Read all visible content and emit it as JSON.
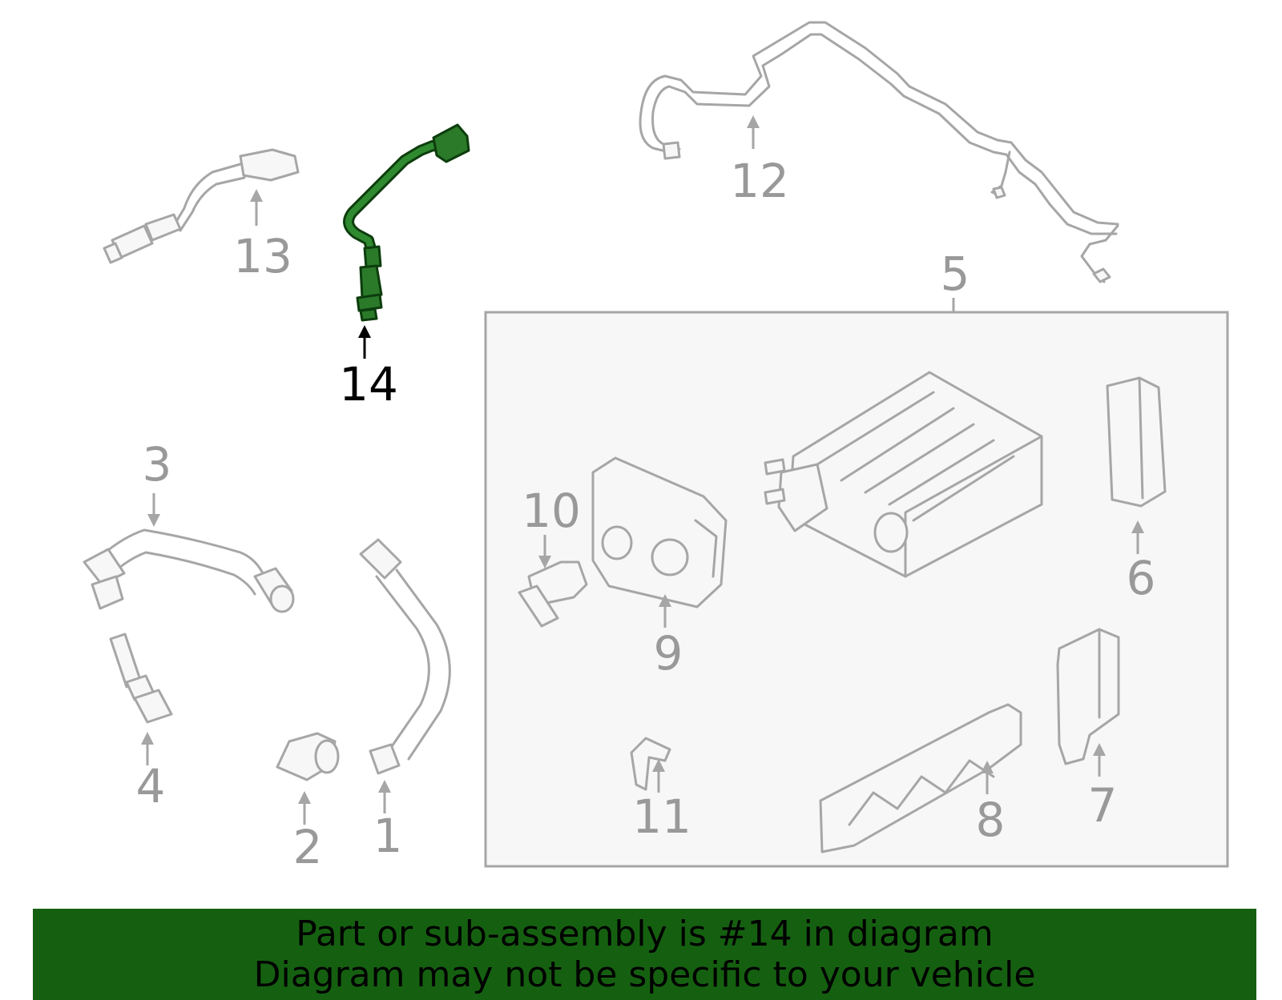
{
  "callouts": {
    "c1": "1",
    "c2": "2",
    "c3": "3",
    "c4": "4",
    "c5": "5",
    "c6": "6",
    "c7": "7",
    "c8": "8",
    "c9": "9",
    "c10": "10",
    "c11": "11",
    "c12": "12",
    "c13": "13",
    "c14": "14"
  },
  "highlighted_part": "14",
  "banner": {
    "line1": "Part or sub-assembly is #14 in diagram",
    "line2": "Diagram may not be specific to your vehicle"
  },
  "colors": {
    "highlight": "#2a7a2a",
    "banner": "#156010",
    "part_outline": "#a6a6a6",
    "label_gray": "#999999",
    "label_active": "#000000"
  }
}
